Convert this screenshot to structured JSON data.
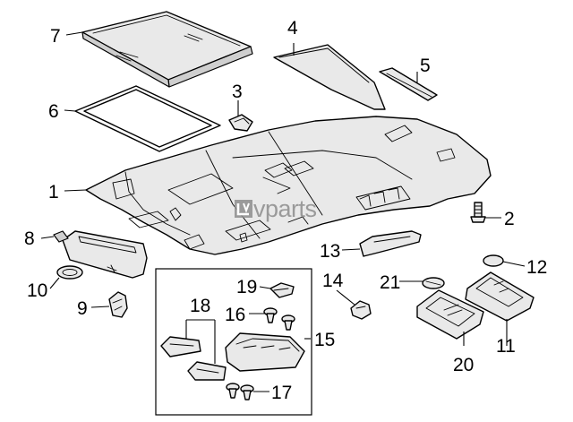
{
  "watermark": {
    "text": "vparts",
    "icon": "lv-logo-icon"
  },
  "callouts": {
    "c1": "1",
    "c2": "2",
    "c3": "3",
    "c4": "4",
    "c5": "5",
    "c6": "6",
    "c7": "7",
    "c8": "8",
    "c9": "9",
    "c10": "10",
    "c11": "11",
    "c12": "12",
    "c13": "13",
    "c14": "14",
    "c15": "15",
    "c16": "16",
    "c17": "17",
    "c18": "18",
    "c19": "19",
    "c20": "20",
    "c21": "21"
  },
  "icons": {
    "headliner": "headliner-panel-icon",
    "sunroof_panel": "sunroof-shade-panel-icon",
    "sunroof_seal": "sunroof-seal-frame-icon",
    "rear_panel": "rear-trim-panel-icon",
    "garnish": "trim-garnish-icon",
    "clip": "retainer-clip-icon",
    "visor": "sun-visor-icon",
    "assist_handle": "assist-handle-icon",
    "console": "overhead-console-icon",
    "dome_lamp": "dome-lamp-icon",
    "bulb": "lamp-bulb-icon"
  }
}
